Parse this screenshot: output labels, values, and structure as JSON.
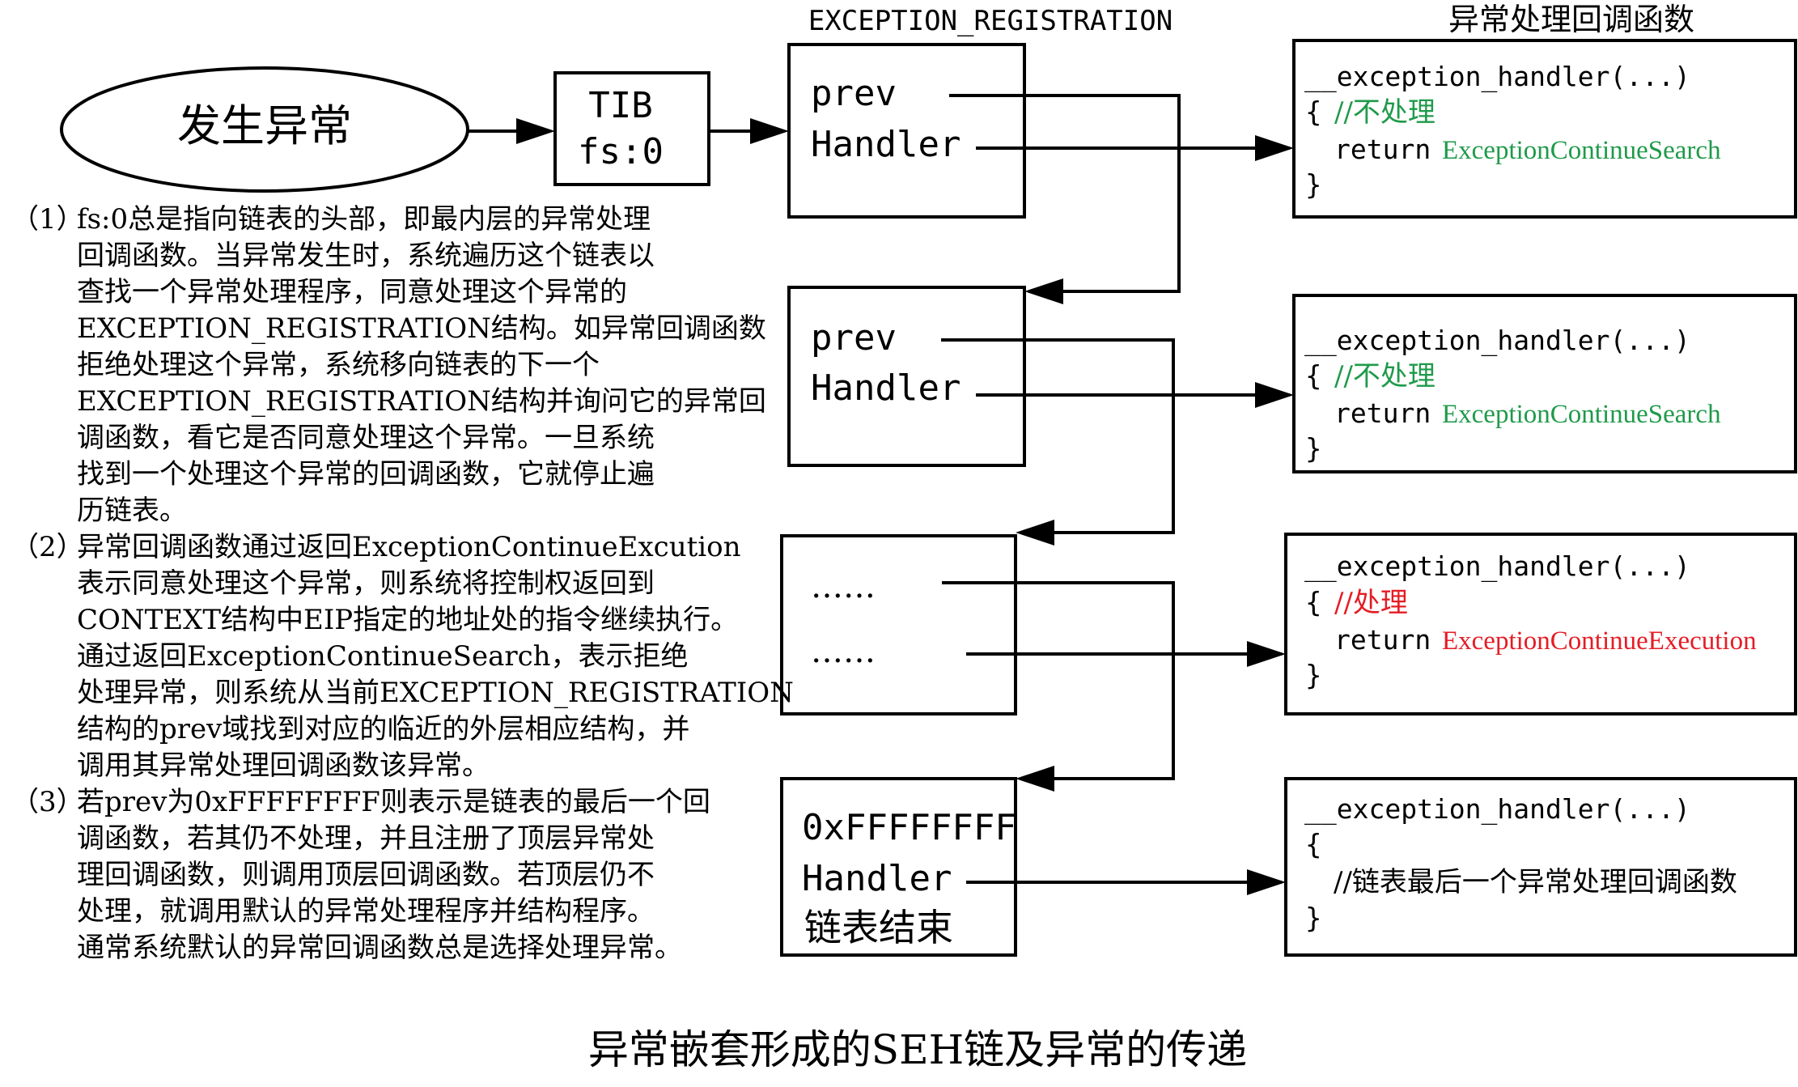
{
  "headers": {
    "struct_title": "EXCEPTION_REGISTRATION",
    "handlers_title": "异常处理回调函数"
  },
  "start_node": {
    "label": "发生异常"
  },
  "tib_node": {
    "line1": "TIB",
    "line2": "fs:0"
  },
  "registrations": [
    {
      "line1": "prev",
      "line2": "Handler"
    },
    {
      "line1": "prev",
      "line2": "Handler"
    },
    {
      "line1": "……",
      "line2": "……"
    },
    {
      "line1": "0xFFFFFFFF",
      "line2": "Handler",
      "line3": "链表结束"
    }
  ],
  "handlers": [
    {
      "signature": "__exception_handler(...)",
      "open_brace": "{",
      "comment": "//不处理",
      "return_keyword": "return",
      "return_value": "ExceptionContinueSearch",
      "close_brace": "}"
    },
    {
      "signature": "__exception_handler(...)",
      "open_brace": "{",
      "comment": "//不处理",
      "return_keyword": "return",
      "return_value": "ExceptionContinueSearch",
      "close_brace": "}"
    },
    {
      "signature": "__exception_handler(...)",
      "open_brace": "{",
      "comment": "//处理",
      "return_keyword": "return",
      "return_value": "ExceptionContinueExecution",
      "close_brace": "}"
    },
    {
      "signature": "__exception_handler(...)",
      "open_brace": "{",
      "body": "//链表最后一个异常处理回调函数",
      "close_brace": "}"
    }
  ],
  "notes": [
    {
      "marker": "（1）",
      "lines": [
        "fs:0总是指向链表的头部，即最内层的异常处理",
        "回调函数。当异常发生时，系统遍历这个链表以",
        "查找一个异常处理程序，同意处理这个异常的",
        "EXCEPTION_REGISTRATION结构。如异常回调函数",
        "拒绝处理这个异常，系统移向链表的下一个",
        "EXCEPTION_REGISTRATION结构并询问它的异常回",
        "调函数，看它是否同意处理这个异常。一旦系统",
        "找到一个处理这个异常的回调函数，它就停止遍",
        "历链表。"
      ]
    },
    {
      "marker": "（2）",
      "lines": [
        "异常回调函数通过返回ExceptionContinueExcution",
        "表示同意处理这个异常，则系统将控制权返回到",
        "CONTEXT结构中EIP指定的地址处的指令继续执行。",
        "通过返回ExceptionContinueSearch，表示拒绝",
        "处理异常，则系统从当前EXCEPTION_REGISTRATION",
        "结构的prev域找到对应的临近的外层相应结构，并",
        "调用其异常处理回调函数该异常。"
      ]
    },
    {
      "marker": "（3）",
      "lines": [
        "若prev为0xFFFFFFFF则表示是链表的最后一个回",
        "调函数，若其仍不处理，并且注册了顶层异常处",
        "理回调函数，则调用顶层回调函数。若顶层仍不",
        "处理，就调用默认的异常处理程序并结构程序。",
        "通常系统默认的异常回调函数总是选择处理异常。"
      ]
    }
  ],
  "caption": "异常嵌套形成的SEH链及异常的传递",
  "colors": {
    "line": "#000000",
    "comment_not_handled": "#1f9a4a",
    "return_search": "#1f9a4a",
    "comment_handled": "#e41d25",
    "return_execution": "#e41d25"
  }
}
